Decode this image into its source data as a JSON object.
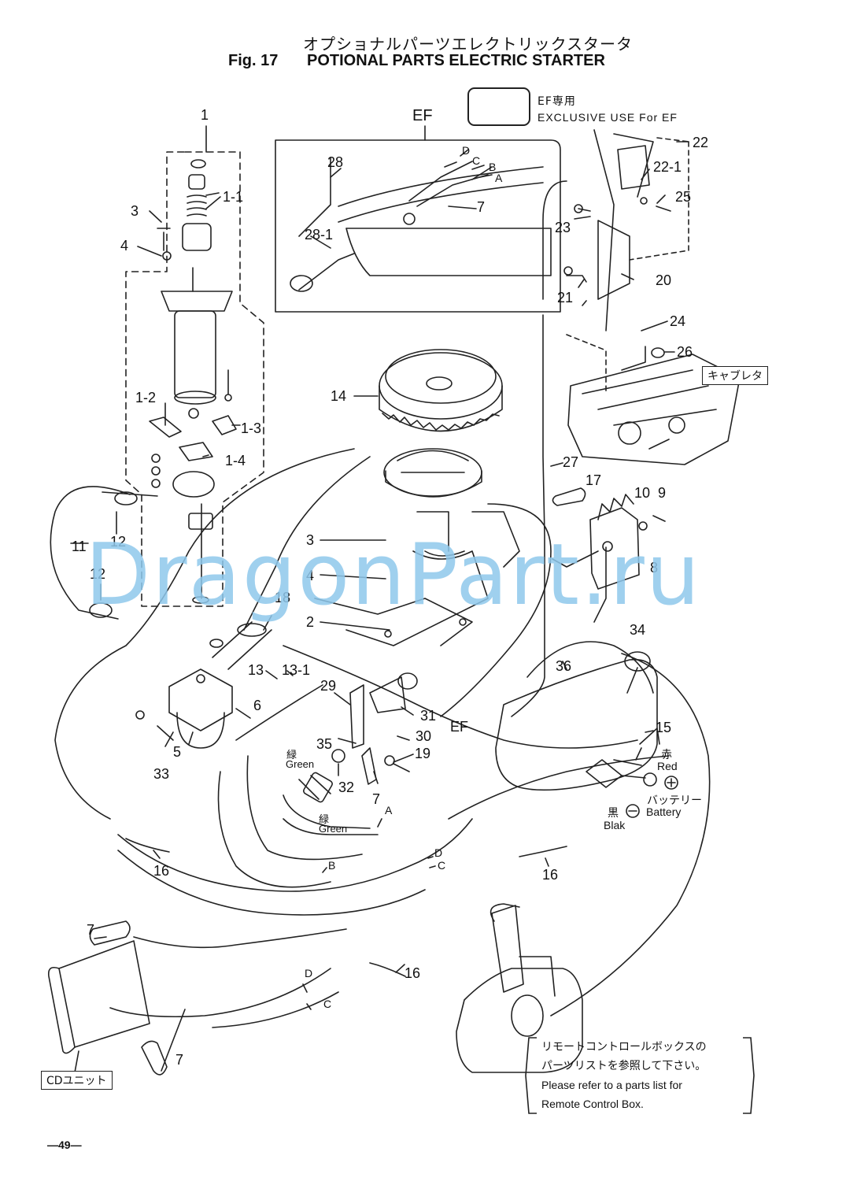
{
  "header": {
    "title_jp": "オプショナルパーツエレクトリックスタータ",
    "fig_label": "Fig. 17",
    "title_en": "POTIONAL PARTS ELECTRIC STARTER"
  },
  "legend": {
    "jp": "EF専用",
    "en": "EXCLUSIVE USE For EF"
  },
  "callouts": {
    "ef_top": "EF",
    "ef_mid": "EF",
    "n1": "1",
    "n1_1": "1-1",
    "n1_2": "1-2",
    "n1_3": "1-3",
    "n1_4": "1-4",
    "n2": "2",
    "n3a": "3",
    "n3b": "3",
    "n4a": "4",
    "n4b": "4",
    "n5": "5",
    "n6": "6",
    "n7a": "7",
    "n7b": "7",
    "n7c": "7",
    "n7d": "7",
    "n8": "8",
    "n9": "9",
    "n10": "10",
    "n11": "11",
    "n12a": "12",
    "n12b": "12",
    "n13": "13",
    "n13_1": "13-1",
    "n14": "14",
    "n15": "15",
    "n16a": "16",
    "n16b": "16",
    "n16c": "16",
    "n17": "17",
    "n18": "18",
    "n19": "19",
    "n20": "20",
    "n21": "21",
    "n22": "22",
    "n22_1": "22-1",
    "n23": "23",
    "n24": "24",
    "n25": "25",
    "n26": "26",
    "n27": "27",
    "n28": "28",
    "n28_1": "28-1",
    "n29": "29",
    "n30": "30",
    "n31": "31",
    "n32": "32",
    "n33": "33",
    "n34": "34",
    "n35": "35",
    "n36": "36"
  },
  "connectors": {
    "A1": "A",
    "B1": "B",
    "C1": "C",
    "D1": "D",
    "A2": "A",
    "B2": "B",
    "C2": "C",
    "D2": "D",
    "C3": "C",
    "D3": "D"
  },
  "wire_labels": {
    "green_jp_1": "緑",
    "green_en_1": "Green",
    "green_jp_2": "緑",
    "green_en_2": "Green",
    "red_jp": "赤",
    "red_en": "Red",
    "black_jp": "黒",
    "black_en": "Blak",
    "battery_jp": "バッテリー",
    "battery_en": "Battery"
  },
  "tags": {
    "carburetor": "キャブレタ",
    "cd_unit": "CDユニット"
  },
  "remote_note": {
    "line1": "リモートコントロールボックスの",
    "line2": "パーツリストを参照して下さい。",
    "line3": "Please refer to a parts list for",
    "line4": "Remote Control Box."
  },
  "watermark": "DragonPart.ru",
  "page_number": "—49—"
}
